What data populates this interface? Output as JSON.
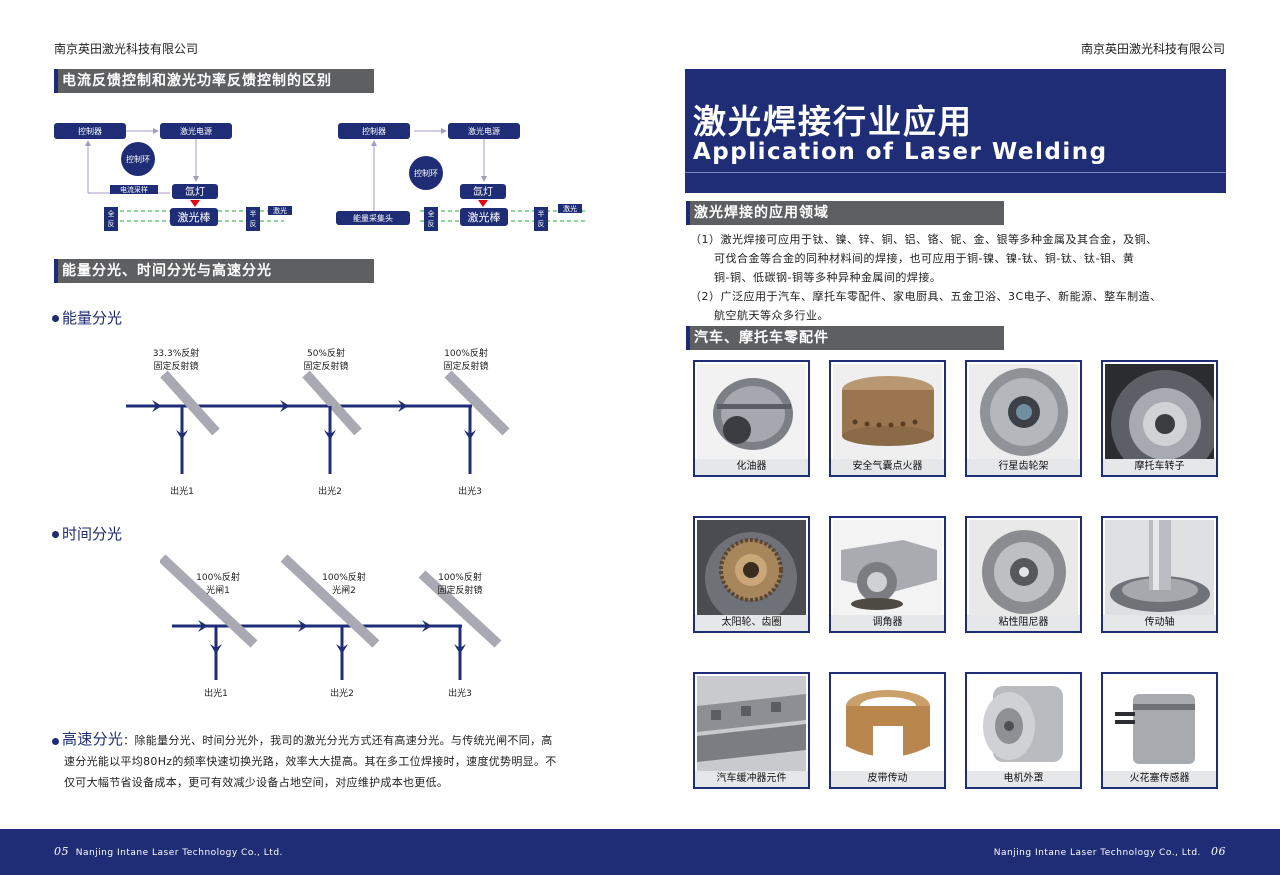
{
  "left_page": {
    "company": "南京英田激光科技有限公司",
    "section1": "电流反馈控制和激光功率反馈控制的区别",
    "diagramA": {
      "controller": "控制器",
      "power": "激光电源",
      "loop": "控制环",
      "current_sample": "电流采样",
      "lamp": "氙灯",
      "rod": "激光棒",
      "full_reflect": "全\n反",
      "half_reflect": "半\n反",
      "laser": "激光"
    },
    "diagramB": {
      "controller": "控制器",
      "power": "激光电源",
      "loop": "控制环",
      "collector": "能量采集头",
      "lamp": "氙灯",
      "rod": "激光棒",
      "full_reflect": "全\n反",
      "half_reflect": "半\n反",
      "laser": "激光"
    },
    "section2": "能量分光、时间分光与高速分光",
    "energy_split": {
      "heading": "能量分光",
      "mirrors": [
        {
          "line1": "33.3%反射",
          "line2": "固定反射镜",
          "out": "出光1"
        },
        {
          "line1": "50%反射",
          "line2": "固定反射镜",
          "out": "出光2"
        },
        {
          "line1": "100%反射",
          "line2": "固定反射镜",
          "out": "出光3"
        }
      ]
    },
    "time_split": {
      "heading": "时间分光",
      "mirrors": [
        {
          "line1": "100%反射",
          "line2": "光闸1",
          "out": "出光1"
        },
        {
          "line1": "100%反射",
          "line2": "光闸2",
          "out": "出光2"
        },
        {
          "line1": "100%反射",
          "line2": "固定反射镜",
          "out": "出光3"
        }
      ]
    },
    "high_speed": {
      "heading": "高速分光",
      "text_line1": "：除能量分光、时间分光外，我司的激光分光方式还有高速分光。与传统光闸不同，高",
      "text_line2": "速分光能以平均80Hz的频率快速切换光路，效率大大提高。其在多工位焊接时，速度优势明显。不",
      "text_line3": "仅可大幅节省设备成本，更可有效减少设备占地空间，对应维护成本也更低。"
    },
    "footer_num": "05",
    "footer_text": "Nanjing Intane Laser Technology Co.,  Ltd."
  },
  "right_page": {
    "company": "南京英田激光科技有限公司",
    "title_zh": "激光焊接行业应用",
    "title_en": "Application of Laser Welding",
    "section1": "激光焊接的应用领域",
    "para1_line1": "（1）激光焊接可应用于钛、镍、锌、铜、铝、铬、铌、金、银等多种金属及其合金，及铜、",
    "para1_line2": "可伐合金等合金的同种材料间的焊接，也可应用于铜-镍、镍-钛、铜-钛、钛-钼、黄",
    "para1_line3": "铜-铜、低碳钢-铜等多种异种金属间的焊接。",
    "para2_line1": "（2）广泛应用于汽车、摩托车零配件、家电厨具、五金卫浴、3C电子、新能源、整车制造、",
    "para2_line2": "航空航天等众多行业。",
    "section2": "汽车、摩托车零配件",
    "parts": [
      {
        "label": "化油器",
        "icon": "carburetor-photo"
      },
      {
        "label": "安全气囊点火器",
        "icon": "airbag-igniter-photo"
      },
      {
        "label": "行星齿轮架",
        "icon": "planetary-gear-carrier-photo"
      },
      {
        "label": "摩托车转子",
        "icon": "motorcycle-rotor-photo"
      },
      {
        "label": "太阳轮、齿圈",
        "icon": "sun-gear-photo"
      },
      {
        "label": "调角器",
        "icon": "recliner-photo"
      },
      {
        "label": "粘性阻尼器",
        "icon": "viscous-damper-photo"
      },
      {
        "label": "传动轴",
        "icon": "drive-shaft-photo"
      },
      {
        "label": "汽车缓冲器元件",
        "icon": "bumper-component-photo"
      },
      {
        "label": "皮带传动",
        "icon": "belt-drive-photo"
      },
      {
        "label": "电机外罩",
        "icon": "motor-housing-photo"
      },
      {
        "label": "火花塞传感器",
        "icon": "spark-plug-sensor-photo"
      }
    ],
    "footer_num": "06",
    "footer_text": "Nanjing Intane Laser Technology Co.,  Ltd."
  },
  "colors": {
    "navy": "#1e2d75",
    "bar_gray": "#5e5f61",
    "arrow_red": "#e60012",
    "dash_green": "#22ac38"
  }
}
